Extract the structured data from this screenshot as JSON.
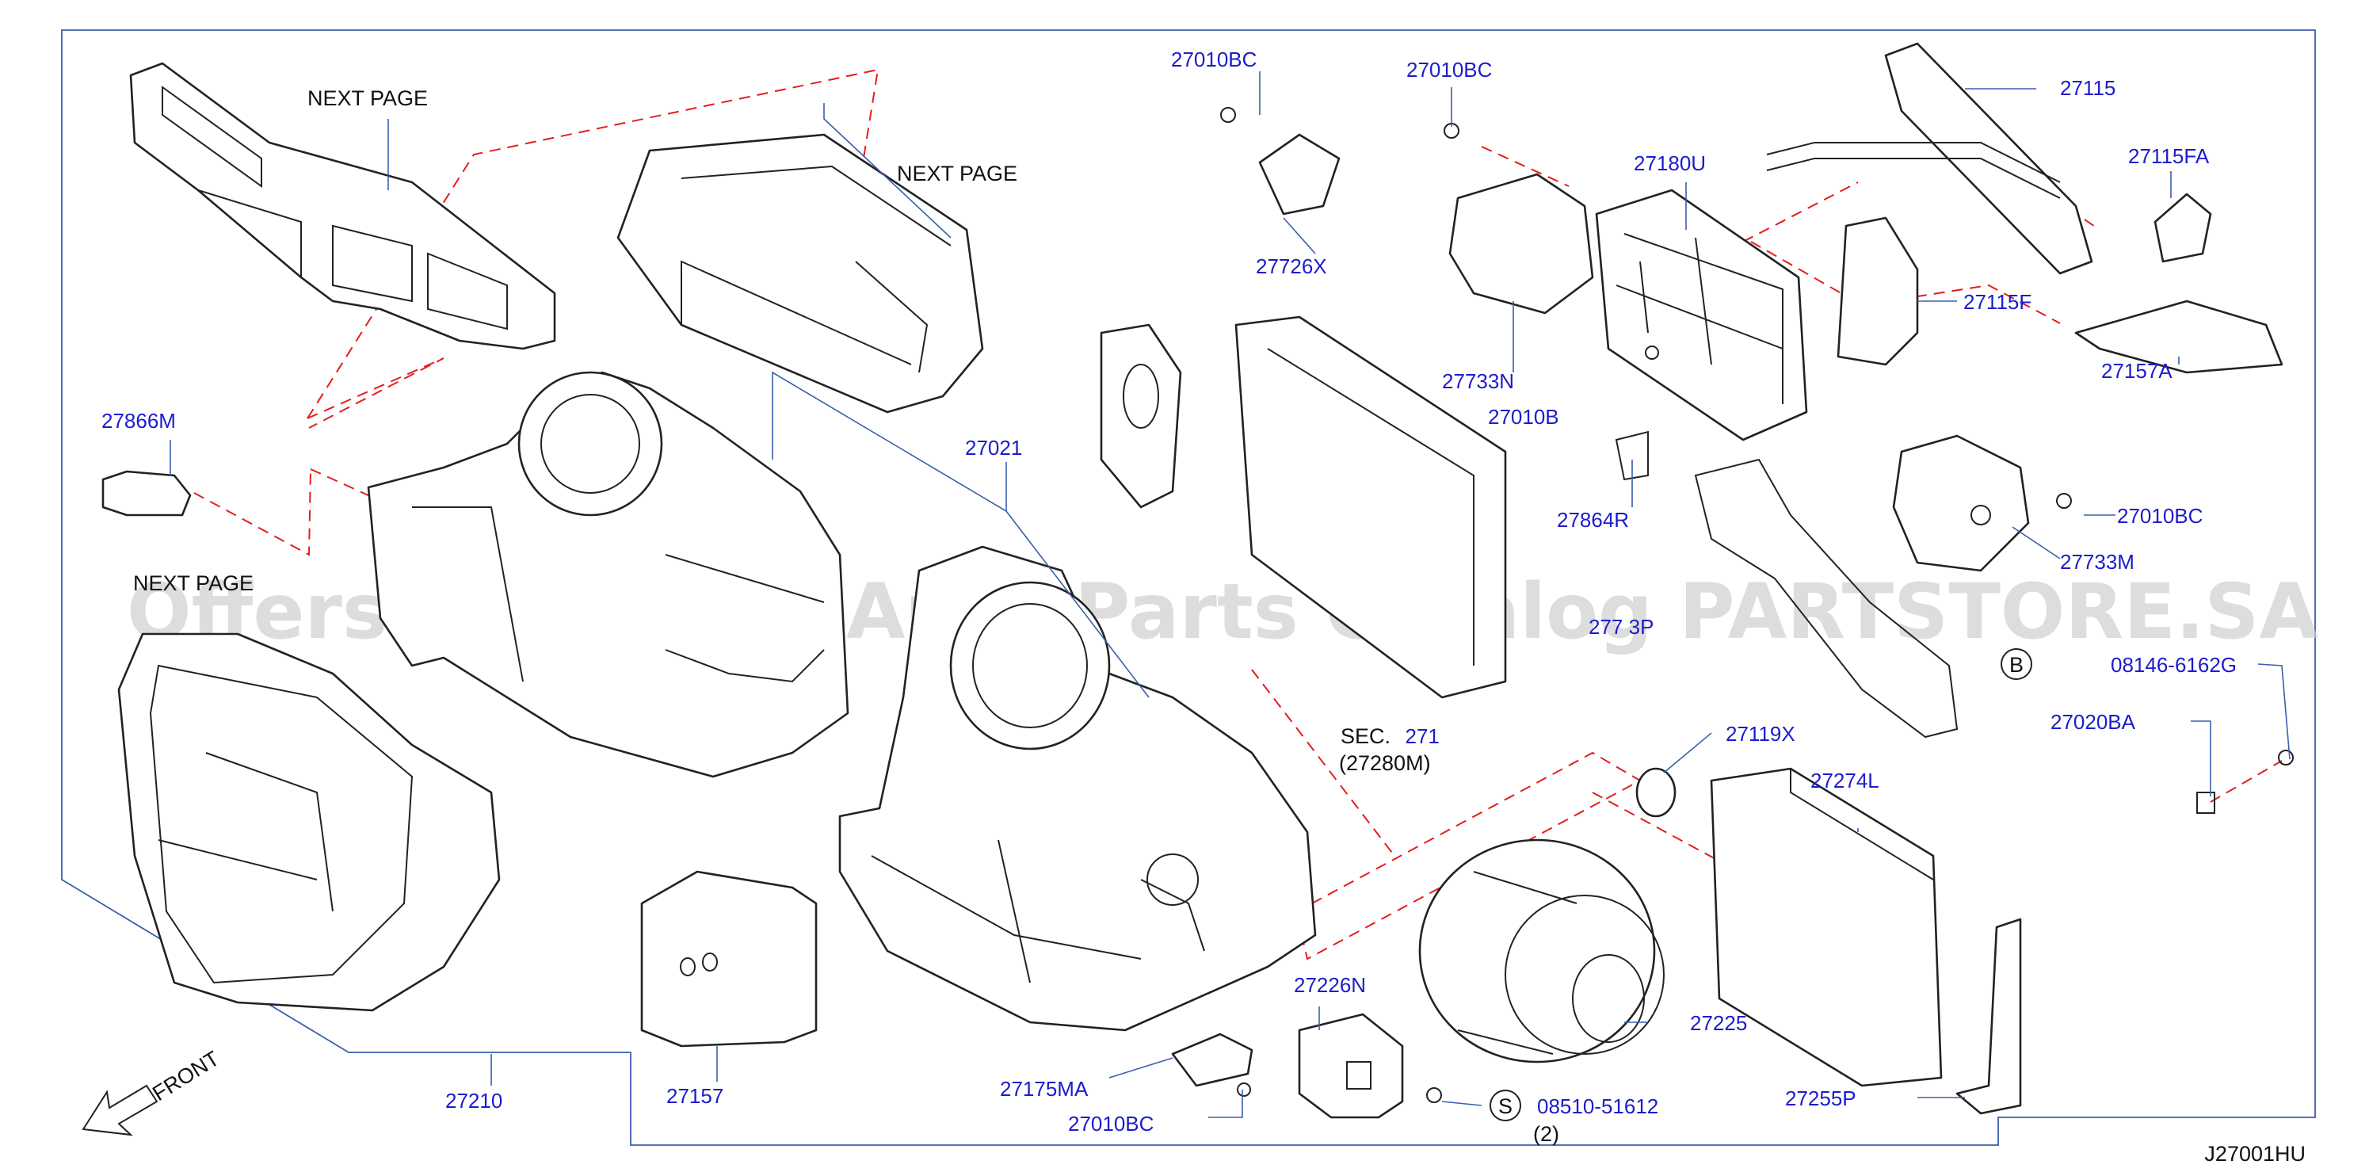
{
  "diagram_code": "J27001HU",
  "watermark": "Offers Merchant Auto Parts Catalog PARTSTORE.SA",
  "direction_label": "FRONT",
  "next_page_labels": [
    "NEXT  PAGE",
    "NEXT  PAGE",
    "NEXT  PAGE"
  ],
  "section_ref": {
    "prefix": "SEC.",
    "number": "271",
    "sub": "(27280M)"
  },
  "parts": {
    "p27010BC_a": "27010BC",
    "p27010BC_b": "27010BC",
    "p27726X": "27726X",
    "p27180U": "27180U",
    "p27115": "27115",
    "p27115FA": "27115FA",
    "p27115F": "27115F",
    "p27733N": "27733N",
    "p27010B": "27010B",
    "p27157A": "27157A",
    "p27864R": "27864R",
    "p27010BC_c": "27010BC",
    "p27733M": "27733M",
    "p27866M": "27866M",
    "p27021": "27021",
    "p2773_3P": "277 3P",
    "p08146": "08146-6162G",
    "p27020BA": "27020BA",
    "p27119X": "27119X",
    "p27274L": "27274L",
    "p27226N": "27226N",
    "p27225": "27225",
    "p27210": "27210",
    "p27157": "27157",
    "p27175MA": "27175MA",
    "p27010BC_d": "27010BC",
    "p08510": "08510-51612",
    "p08510_qty": "(2)",
    "p27255P": "27255P"
  },
  "callout_symbols": {
    "b": "B",
    "s": "S"
  },
  "colors": {
    "part_number": "#1c1ccc",
    "leader": "#3a5fae",
    "dashed": "#e41d1d",
    "linework": "#222222"
  }
}
